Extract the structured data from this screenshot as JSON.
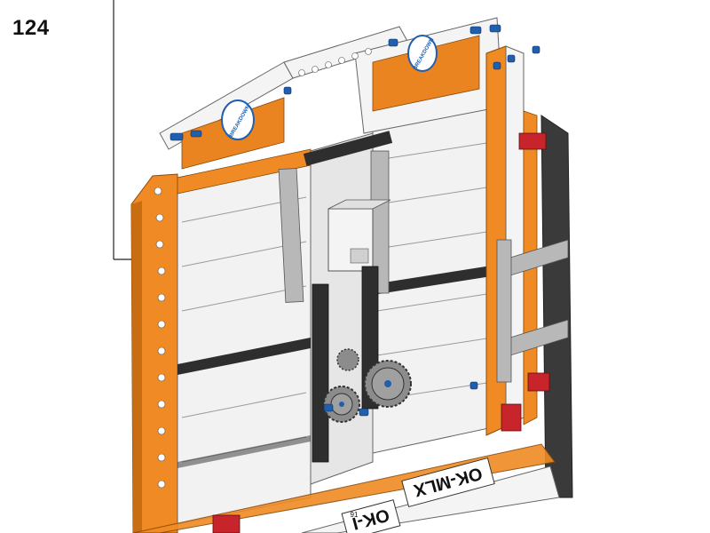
{
  "step": {
    "number": "124"
  },
  "decals": {
    "license_plate": "OK-MLX",
    "license_plate_partial": "OK-I",
    "sticker_small_number": "91",
    "logo_sticker": "BREAKDOWN"
  },
  "colors": {
    "orange": "#f08a24",
    "orange_dark": "#c96d12",
    "white_part": "#f4f4f4",
    "light_gray": "#b8b8b8",
    "dark_gray": "#3a3a3a",
    "blue_pin": "#1f5fae",
    "red_part": "#c8242b",
    "callout_line": "#222222"
  }
}
